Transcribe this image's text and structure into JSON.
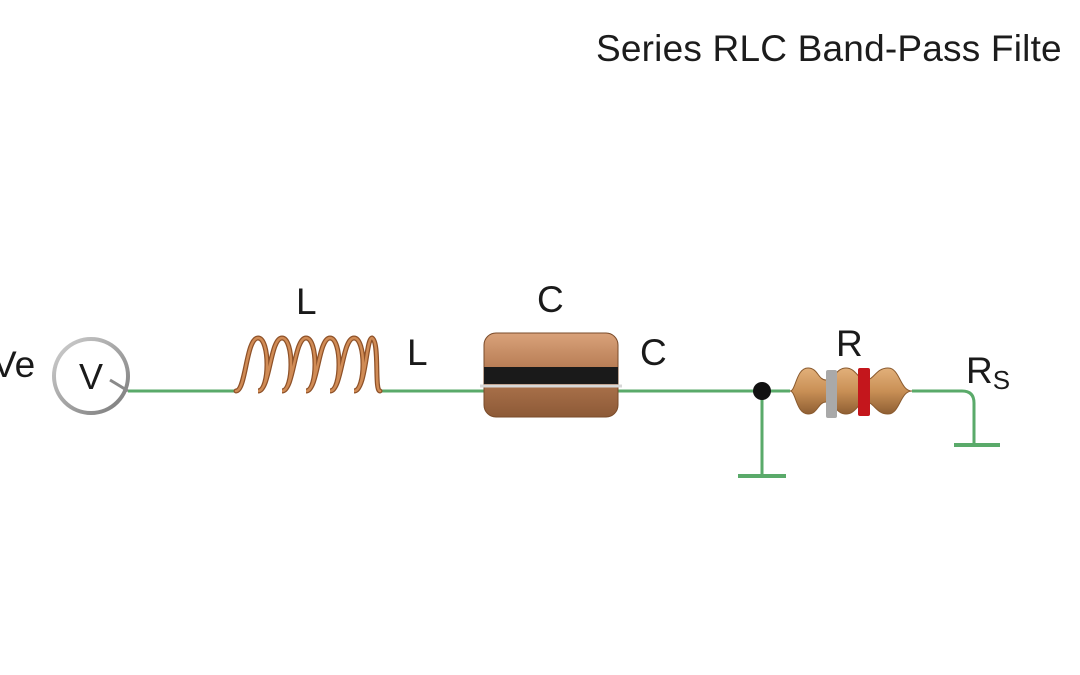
{
  "title": "Series RLC Band-Pass Filte",
  "labels": {
    "source": "Ve",
    "meter": "V",
    "inductor_top": "L",
    "inductor_right": "L",
    "capacitor_top": "C",
    "capacitor_right": "C",
    "resistor": "R",
    "sense_resistor": "R",
    "sense_resistor_sub": "S"
  },
  "colors": {
    "wire": "#5aaa6a",
    "copper": "#b9713f",
    "capacitor_body": "#b57a52",
    "capacitor_band": "#1a1a1a",
    "resistor_body": "#c99056",
    "band_grey": "#a9a9a9",
    "band_red": "#c4161c",
    "node": "#111111",
    "meter_ring": "#8a8a8a"
  },
  "icons": {
    "source": "voltmeter-icon",
    "ground": "ground-icon"
  }
}
